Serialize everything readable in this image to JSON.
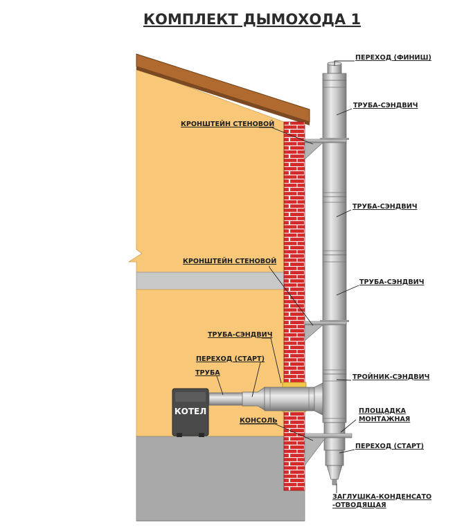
{
  "title": "КОМПЛЕКТ ДЫМОХОДА 1",
  "boiler_label": "КОТЕЛ",
  "labels": {
    "transition_finish": "ПЕРЕХОД (ФИНИШ)",
    "sandwich_pipe_1": "ТРУБА-СЭНДВИЧ",
    "sandwich_pipe_2": "ТРУБА-СЭНДВИЧ",
    "sandwich_pipe_3": "ТРУБА-СЭНДВИЧ",
    "wall_bracket_1": "КРОНШТЕЙН СТЕНОВОЙ",
    "wall_bracket_2": "КРОНШТЕЙН СТЕНОВОЙ",
    "sandwich_pipe_horizontal": "ТРУБА-СЭНДВИЧ",
    "transition_start_horizontal": "ПЕРЕХОД (СТАРТ)",
    "pipe": "ТРУБА",
    "tee_sandwich": "ТРОЙНИК-СЭНДВИЧ",
    "mounting_platform_line1": "ПЛОЩАДКА",
    "mounting_platform_line2": "МОНТАЖНАЯ",
    "console": "КОНСОЛЬ",
    "transition_start_vertical": "ПЕРЕХОД (СТАРТ)",
    "condensate_cap_line1": "ЗАГЛУШКА-КОНДЕНСАТО",
    "condensate_cap_line2": "-ОТВОДЯЩАЯ"
  },
  "colors": {
    "wall_fill": "#f8c878",
    "floor_slab": "#c8c8c8",
    "ground": "#a9a9a9",
    "roof": "#b06a2f",
    "brick": "#d42a2a",
    "pipe": "#c0c0c0",
    "boiler": "#4a4a4a",
    "insulation": "#f1c64a"
  }
}
